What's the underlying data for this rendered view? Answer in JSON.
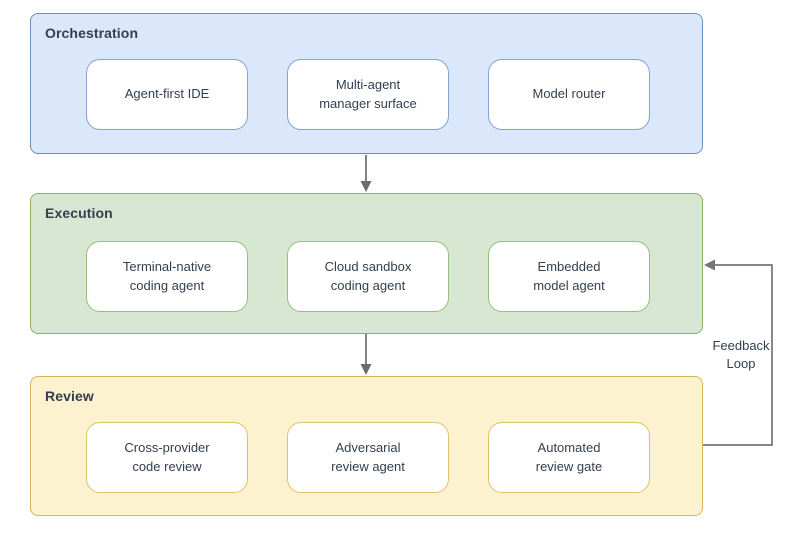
{
  "layers": [
    {
      "title": "Orchestration",
      "fill": "#dbe8fb",
      "border": "#6c8ebf",
      "box_border": "#85a2d0",
      "boxes": [
        {
          "label": "Agent-first IDE"
        },
        {
          "label": "Multi-agent\nmanager surface"
        },
        {
          "label": "Model router"
        }
      ]
    },
    {
      "title": "Execution",
      "fill": "#d7e7d2",
      "border": "#82b366",
      "box_border": "#95c07e",
      "boxes": [
        {
          "label": "Terminal-native\ncoding agent"
        },
        {
          "label": "Cloud sandbox\ncoding agent"
        },
        {
          "label": "Embedded\nmodel agent"
        }
      ]
    },
    {
      "title": "Review",
      "fill": "#fdf2cf",
      "border": "#d6b656",
      "box_border": "#ddc26e",
      "boxes": [
        {
          "label": "Cross-provider\ncode review"
        },
        {
          "label": "Adversarial\nreview agent"
        },
        {
          "label": "Automated\nreview gate"
        }
      ]
    }
  ],
  "feedback": {
    "label": "Feedback\nLoop"
  },
  "colors": {
    "text": "#33404f",
    "arrow": "#6b6b6b",
    "node_fill": "#ffffff",
    "background": "#ffffff"
  }
}
